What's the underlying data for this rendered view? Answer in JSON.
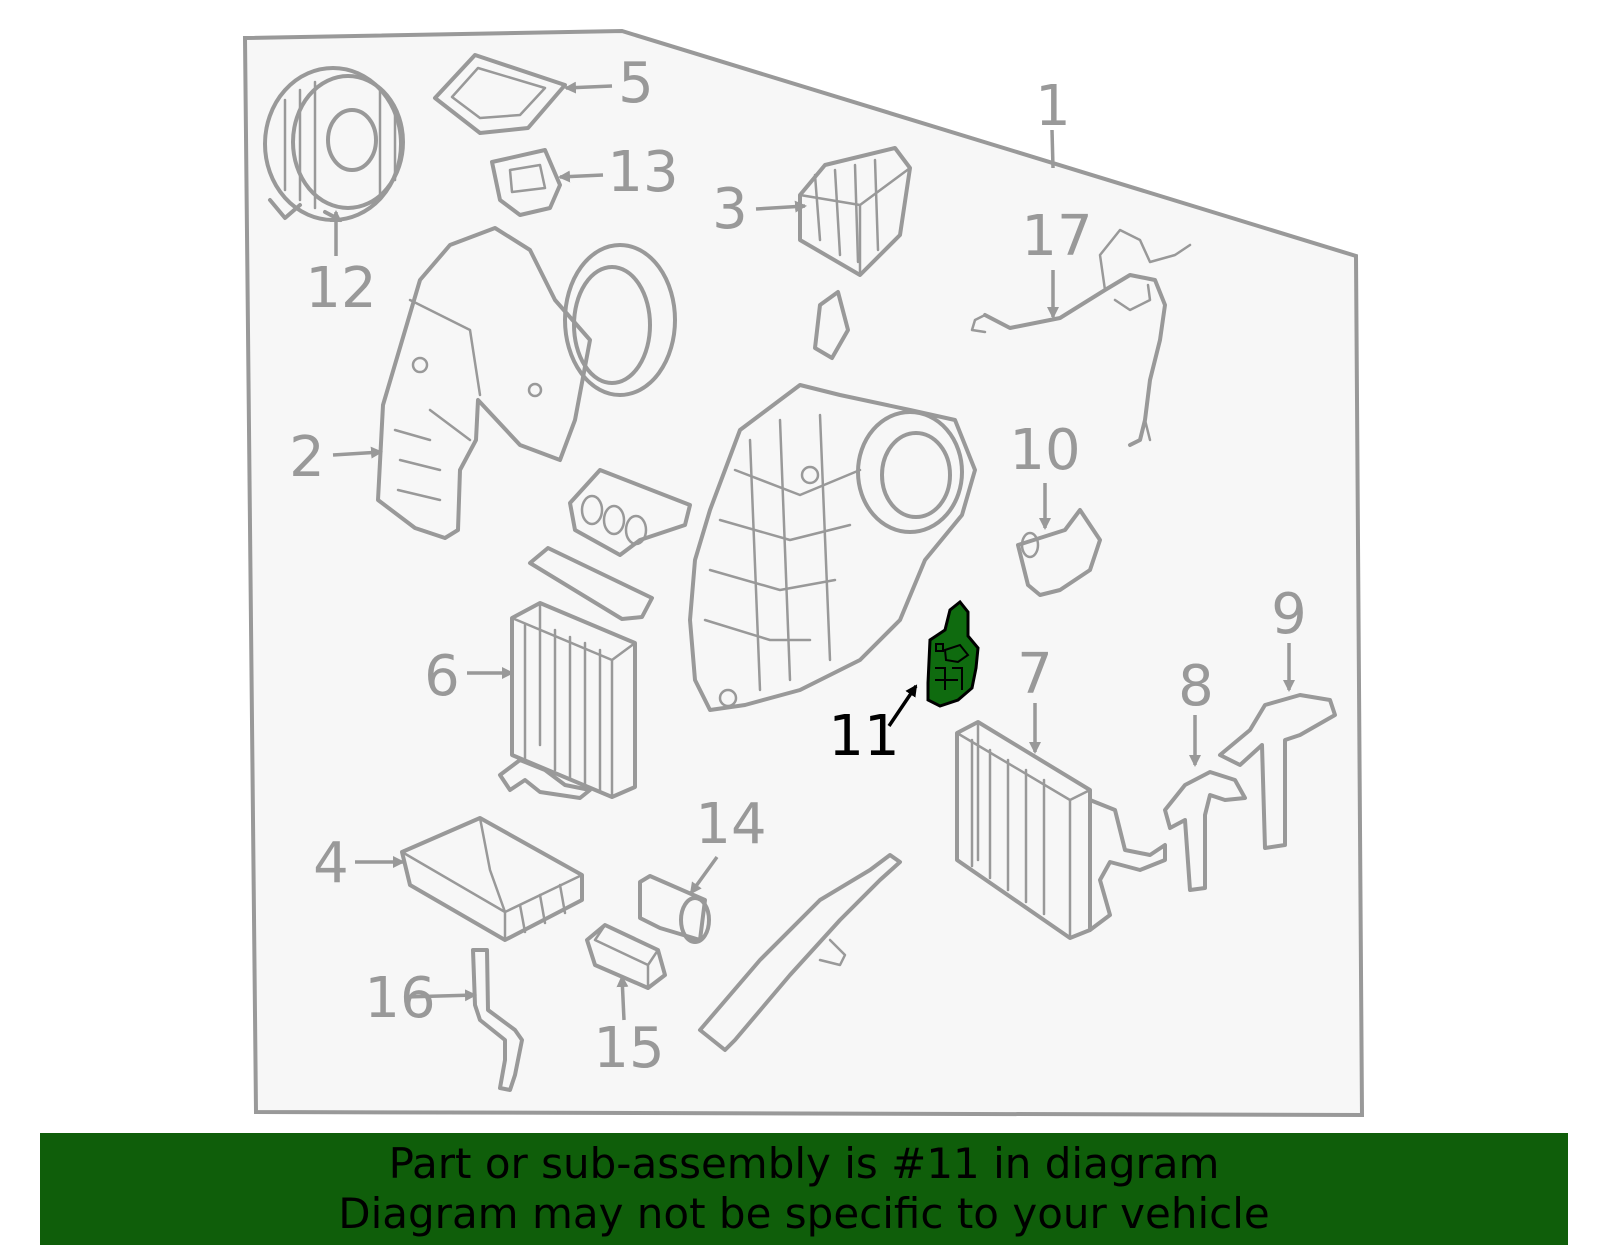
{
  "diagram": {
    "highlighted_part": "11",
    "highlight_color": "#0f6b0f",
    "callouts": [
      "1",
      "2",
      "3",
      "4",
      "5",
      "6",
      "7",
      "8",
      "9",
      "10",
      "11",
      "12",
      "13",
      "14",
      "15",
      "16",
      "17"
    ]
  },
  "banner": {
    "line1": "Part or sub-assembly is #11 in diagram",
    "line2": "Diagram may not be specific to your vehicle",
    "background": "#0f5e0a"
  }
}
